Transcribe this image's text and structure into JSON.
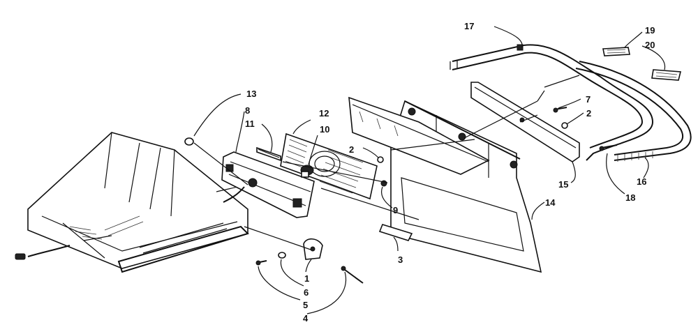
{
  "diagram": {
    "type": "exploded-parts-diagram",
    "background": "#ffffff",
    "ink": "#111111",
    "callouts": [
      "1",
      "2",
      "2",
      "3",
      "4",
      "5",
      "6",
      "7",
      "8",
      "9",
      "10",
      "11",
      "12",
      "13",
      "14",
      "15",
      "16",
      "17",
      "18",
      "19",
      "20"
    ],
    "labels": {
      "c1": "1",
      "c2a": "2",
      "c2b": "2",
      "c3": "3",
      "c4": "4",
      "c5": "5",
      "c6": "6",
      "c7": "7",
      "c8": "8",
      "c9": "9",
      "c10": "10",
      "c11": "11",
      "c12": "12",
      "c13": "13",
      "c14": "14",
      "c15": "15",
      "c16": "16",
      "c17": "17",
      "c18": "18",
      "c19": "19",
      "c20": "20"
    }
  }
}
